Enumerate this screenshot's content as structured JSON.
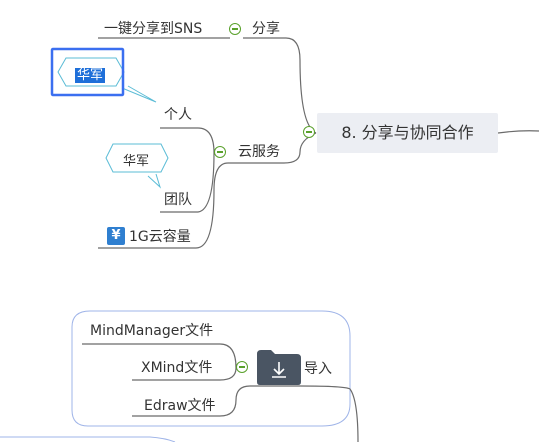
{
  "central": {
    "label": "8. 分享与协同合作"
  },
  "branches": {
    "share": {
      "label": "分享",
      "child": "一键分享到SNS"
    },
    "cloud": {
      "label": "云服务",
      "person": "个人",
      "team": "团队",
      "storage": "1G云容量",
      "callout_selected": "华军",
      "callout_plain": "华军"
    },
    "import": {
      "label": "导入",
      "items": [
        "MindManager文件",
        "XMind文件",
        "Edraw文件"
      ]
    }
  },
  "colors": {
    "line": "#6b6b6b",
    "toggle": "#5aa12c",
    "callout_border": "#5bbcd6",
    "selection": "#3b6ff0",
    "boundary": "#9fb4e8",
    "central_bg": "#eceef3"
  },
  "icons": {
    "storage": "yen-icon",
    "import": "folder-import-icon"
  }
}
